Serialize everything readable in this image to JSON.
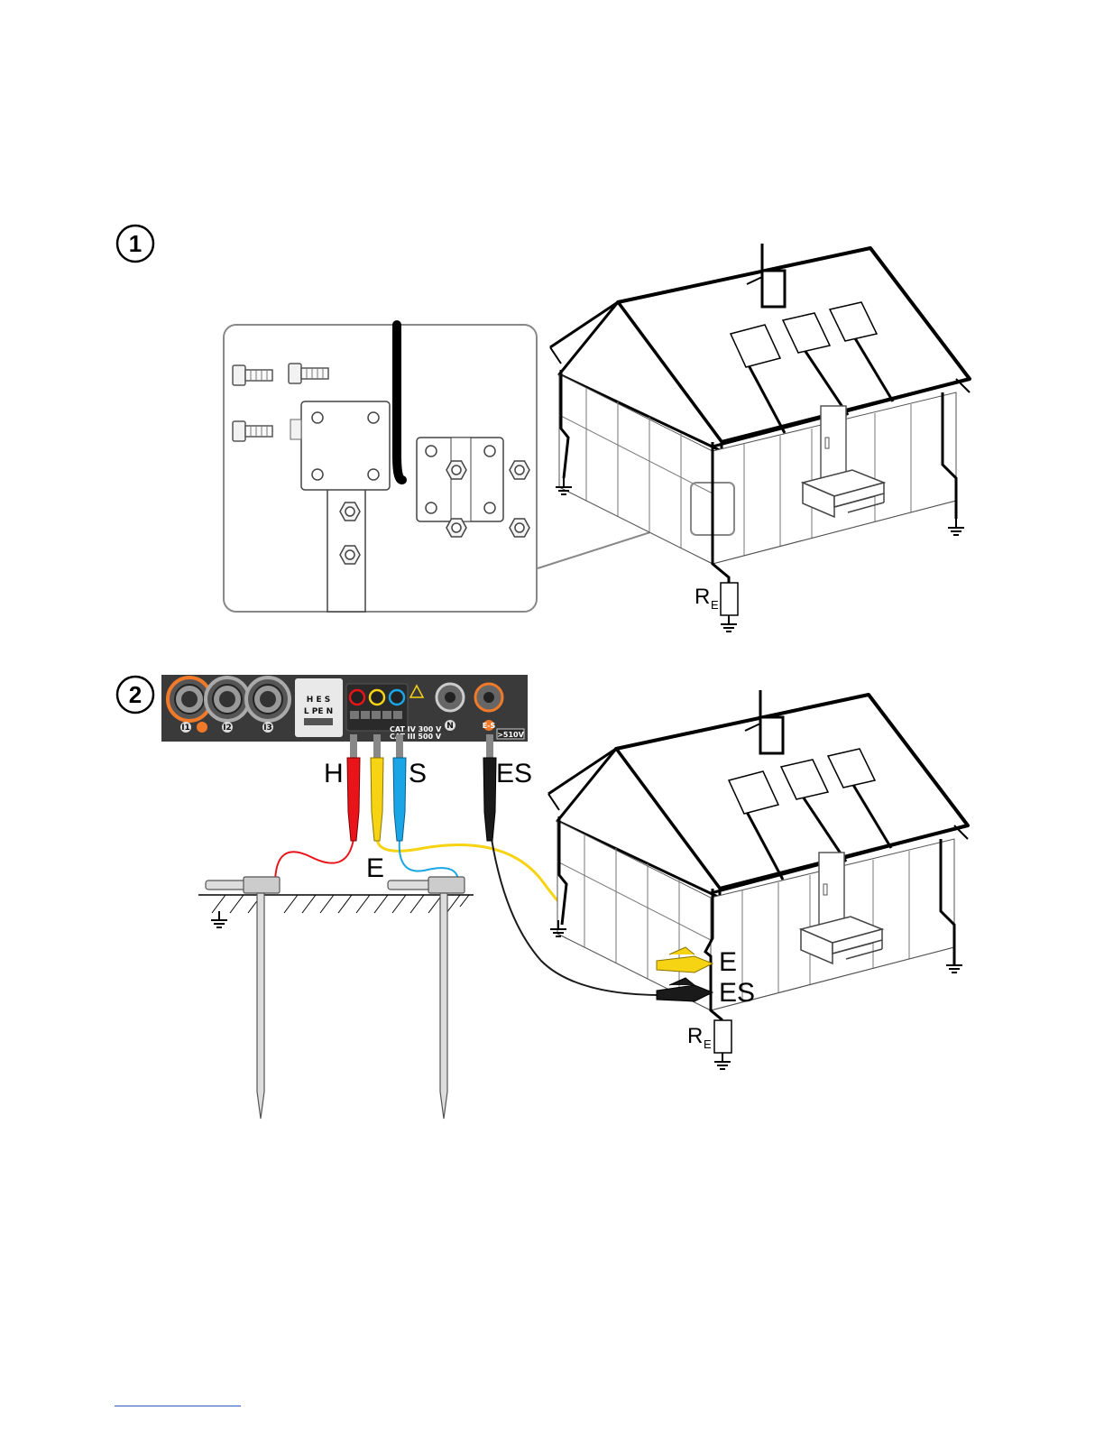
{
  "steps": [
    {
      "number": "1"
    },
    {
      "number": "2"
    }
  ],
  "labels": {
    "resistance_main": "R",
    "resistance_sub": "E",
    "lead_h": "H",
    "lead_s": "S",
    "lead_es": "ES",
    "lead_e": "E",
    "clamp_e": "E",
    "clamp_es": "ES"
  },
  "meter": {
    "socket_labels": [
      "I1",
      "I2",
      "I3"
    ],
    "panel_line1": "L PE N",
    "panel_line2": "H E S",
    "cat_line1": "CAT IV 300 V",
    "cat_line2": "CAT III 500 V",
    "n_label": "N",
    "es_label": "E-S",
    "warning": ">510V"
  },
  "colors": {
    "lead_h": "#e8141a",
    "lead_e": "#f6d313",
    "lead_s": "#1aa6e6",
    "lead_es": "#1a1a1a",
    "meter_body": "#3a3a3a",
    "socket_ring": "#f07a2a"
  }
}
